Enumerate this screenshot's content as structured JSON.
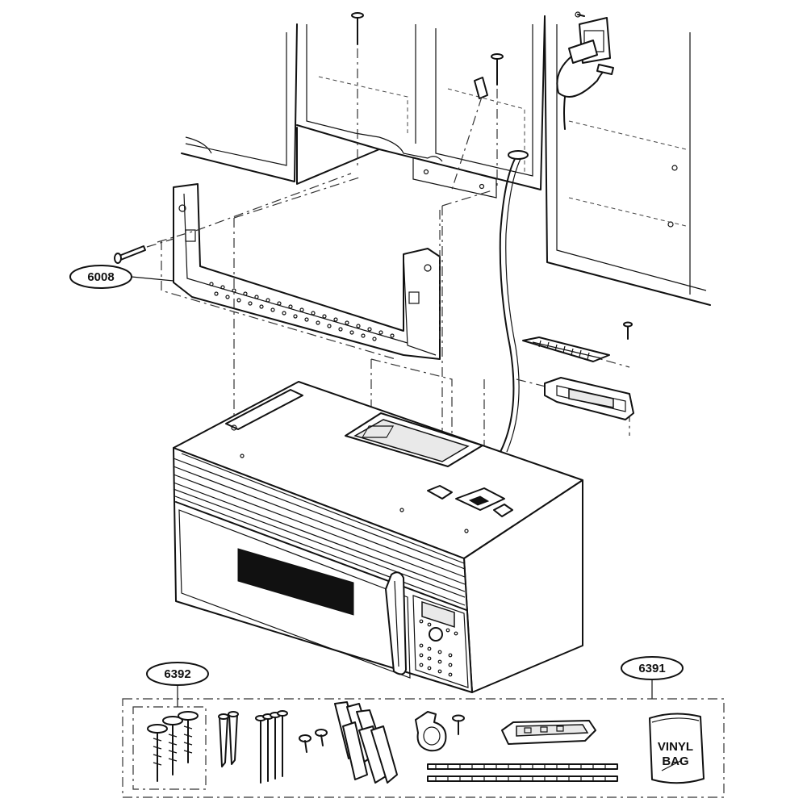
{
  "callouts": {
    "bracket": "6008",
    "screw_kit": "6392",
    "install_kit": "6391"
  },
  "vinyl_bag": {
    "line1": "VINYL",
    "line2": "BAG"
  }
}
